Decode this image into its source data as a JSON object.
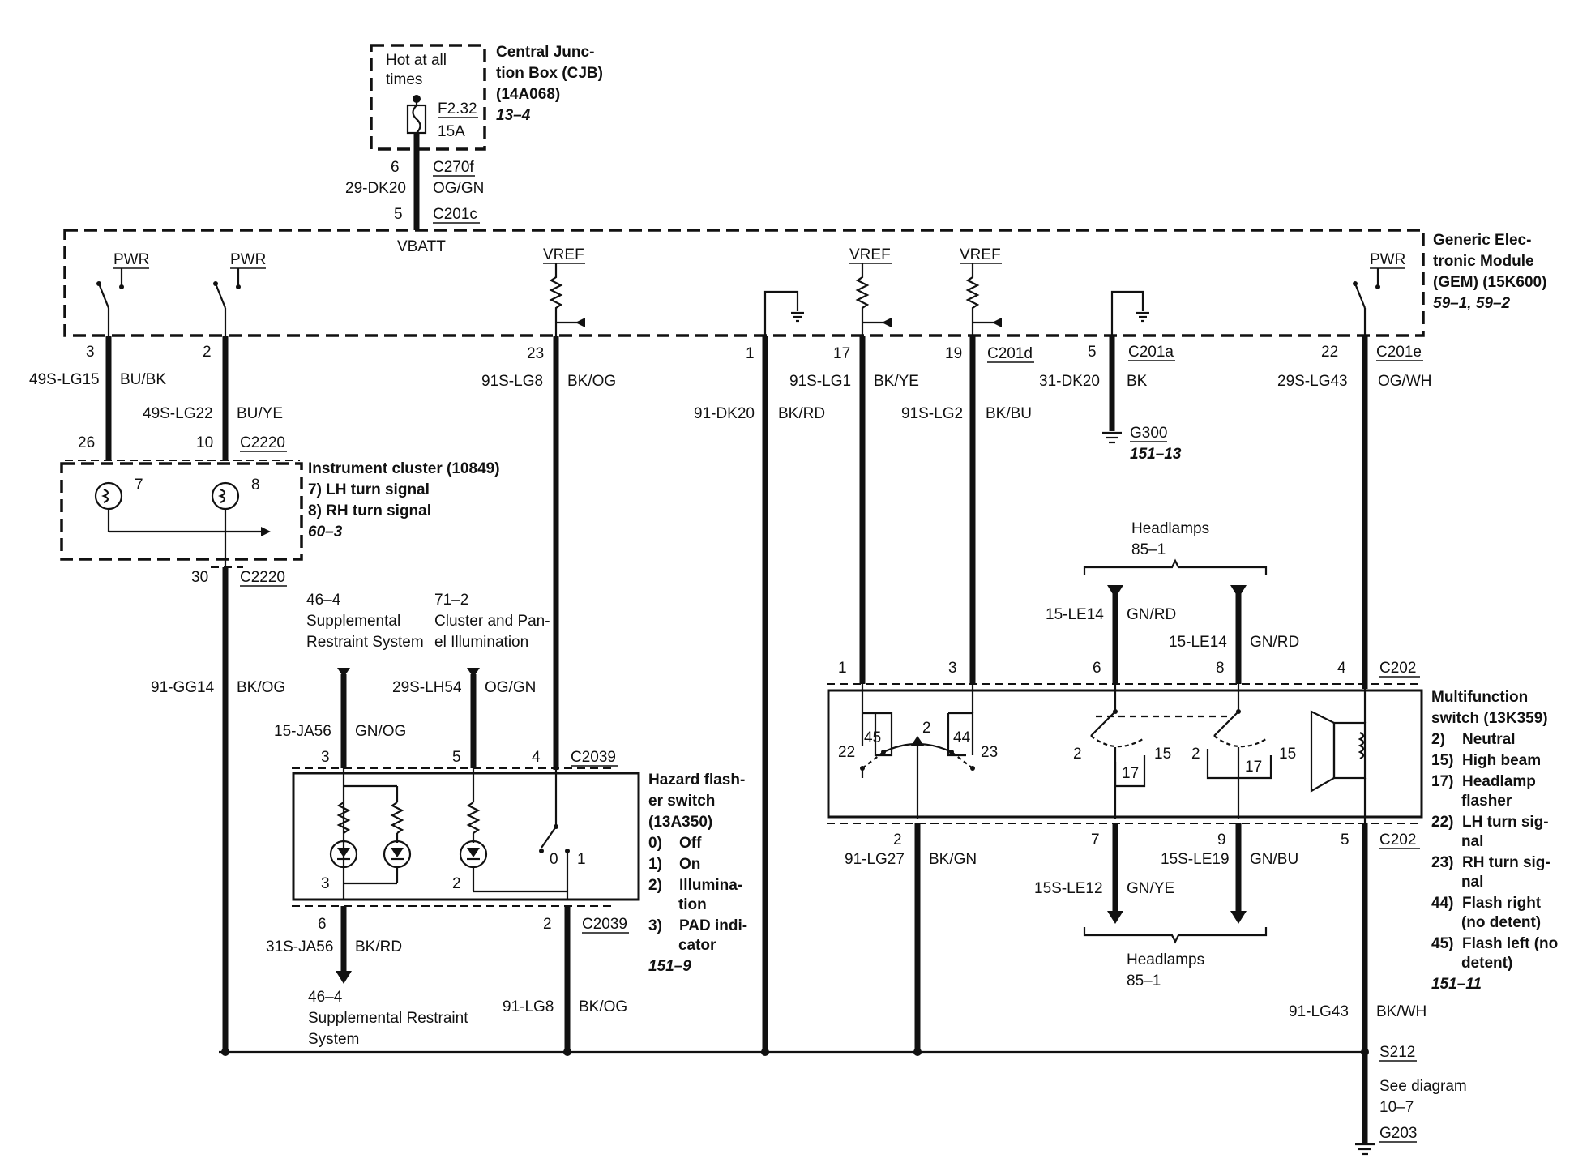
{
  "cjb": {
    "hot_label_1": "Hot at all",
    "hot_label_2": "times",
    "fuse_id": "F2.32",
    "fuse_rating": "15A",
    "title_1": "Central Junc-",
    "title_2": "tion Box (CJB)",
    "title_3": "(14A068)",
    "ref": "13–4",
    "pin_top": "6",
    "conn_top": "C270f",
    "circuit": "29-DK20",
    "color": "OG/GN",
    "pin_bottom": "5",
    "conn_bottom": "C201c"
  },
  "gem": {
    "vbatt": "VBATT",
    "title_1": "Generic Elec-",
    "title_2": "tronic Module",
    "title_3": "(GEM) (15K600)",
    "ref": "59–1, 59–2",
    "pwr": "PWR",
    "vref": "VREF",
    "pins": [
      {
        "pin": "3",
        "circuit": "49S-LG15",
        "color": "BU/BK"
      },
      {
        "pin": "2",
        "circuit": "49S-LG22",
        "color": "BU/YE"
      },
      {
        "pin": "23",
        "circuit": "91S-LG8",
        "color": "BK/OG"
      },
      {
        "pin": "1",
        "circuit": "91-DK20",
        "color": "BK/RD"
      },
      {
        "pin": "17",
        "circuit": "91S-LG1",
        "color": "BK/YE"
      },
      {
        "pin": "19",
        "circuit": "91S-LG2",
        "color": "BK/BU",
        "conn": "C201d"
      },
      {
        "pin": "5",
        "circuit": "31-DK20",
        "color": "BK",
        "conn": "C201a"
      },
      {
        "pin": "22",
        "circuit": "29S-LG43",
        "color": "OG/WH",
        "conn": "C201e"
      }
    ]
  },
  "ground_g300": {
    "name": "G300",
    "ref": "151–13"
  },
  "cluster": {
    "pin_a": "26",
    "pin_b": "10",
    "conn": "C2220",
    "bulb_a": "7",
    "bulb_b": "8",
    "title": "Instrument cluster (10849)",
    "item_1": "7)   LH turn signal",
    "item_2": "8)   RH turn signal",
    "ref": "60–3",
    "pin_out": "30",
    "conn_out": "C2220"
  },
  "left_wire": {
    "circuit": "91-GG14",
    "color": "BK/OG"
  },
  "refs": {
    "srs_ref": "46–4",
    "srs_1": "Supplemental",
    "srs_2": "Restraint System",
    "illum_ref": "71–2",
    "illum_1": "Cluster and Pan-",
    "illum_2": "el Illumination"
  },
  "hazard": {
    "wire_a": {
      "circuit": "15-JA56",
      "color": "GN/OG"
    },
    "wire_b": {
      "circuit": "29S-LH54",
      "color": "OG/GN"
    },
    "pin_3": "3",
    "pin_5": "5",
    "pin_4": "4",
    "conn_top": "C2039",
    "lamp_3": "3",
    "lamp_2": "2",
    "sw_0": "0",
    "sw_1": "1",
    "pin_6": "6",
    "pin_2": "2",
    "conn_bottom": "C2039",
    "wire_out": {
      "circuit": "31S-JA56",
      "color": "BK/RD"
    },
    "wire_gnd": {
      "circuit": "91-LG8",
      "color": "BK/OG"
    },
    "srs_ref": "46–4",
    "srs_1": "Supplemental Restraint",
    "srs_2": "System",
    "title_1": "Hazard flash-",
    "title_2": "er switch",
    "title_3": "(13A350)",
    "legend": [
      "0)    Off",
      "1)    On",
      "2)    Illumina-",
      "       tion",
      "3)    PAD indi-",
      "       cator"
    ],
    "ref": "151–9"
  },
  "headlamps": {
    "top_label": "Headlamps",
    "top_ref": "85–1",
    "bottom_label": "Headlamps",
    "bottom_ref": "85–1",
    "wire_6": {
      "circuit": "15-LE14",
      "color": "GN/RD"
    },
    "wire_8": {
      "circuit": "15-LE14",
      "color": "GN/RD"
    },
    "wire_7": {
      "circuit": "15S-LE12",
      "color": "GN/YE"
    },
    "wire_9": {
      "circuit": "15S-LE19",
      "color": "GN/BU"
    }
  },
  "mfs": {
    "pin_1": "1",
    "pin_3": "3",
    "pin_6": "6",
    "pin_8": "8",
    "pin_4": "4",
    "conn_top": "C202",
    "n45": "45",
    "n44": "44",
    "n22": "22",
    "n23": "23",
    "n2a": "2",
    "n2b": "2",
    "n15a": "15",
    "n17a": "17",
    "n2c": "2",
    "n17b": "17",
    "n15b": "15",
    "pin_2": "2",
    "pin_7": "7",
    "pin_9": "9",
    "pin_5": "5",
    "conn_bottom": "C202",
    "wire_2": {
      "circuit": "91-LG27",
      "color": "BK/GN"
    },
    "wire_5": {
      "circuit": "91-LG43",
      "color": "BK/WH"
    },
    "title_1": "Multifunction",
    "title_2": "switch (13K359)",
    "legend": [
      "2)    Neutral",
      "15)  High beam",
      "17)  Headlamp",
      "       flasher",
      "22)  LH turn sig-",
      "       nal",
      "23)  RH turn sig-",
      "       nal",
      "44)  Flash right",
      "       (no detent)",
      "45)  Flash left (no",
      "       detent)"
    ],
    "ref": "151–11"
  },
  "splice": {
    "name": "S212",
    "see_1": "See diagram",
    "see_2": "10–7",
    "ground": "G203"
  }
}
